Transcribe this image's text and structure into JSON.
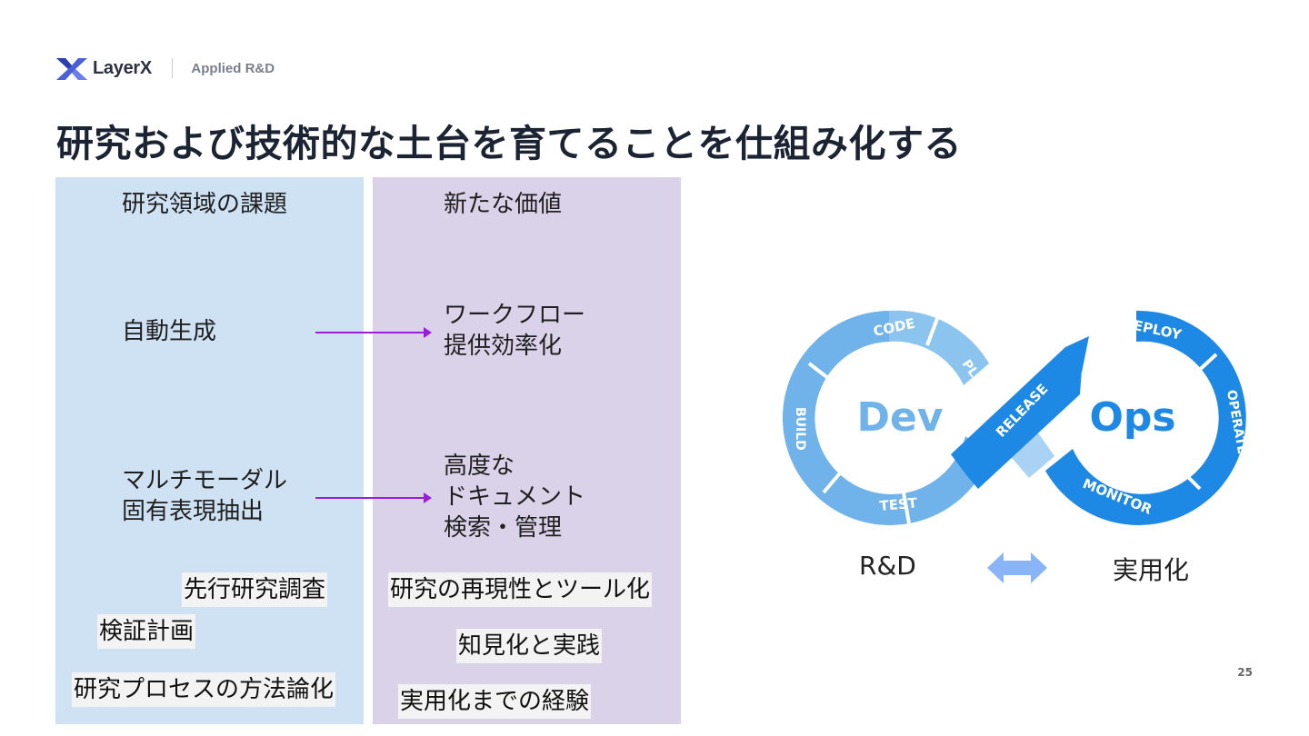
{
  "header": {
    "brand_name": "LayerX",
    "department": "Applied R&D"
  },
  "title": "研究および技術的な土台を育てることを仕組み化する",
  "left_column": {
    "heading": "研究領域の課題",
    "items": [
      {
        "label": "自動生成"
      },
      {
        "label_line1": "マルチモーダル",
        "label_line2": "固有表現抽出"
      }
    ],
    "chips": [
      "先行研究調査",
      "検証計画",
      "研究プロセスの方法論化"
    ]
  },
  "right_column": {
    "heading": "新たな価値",
    "items": [
      {
        "label_line1": "ワークフロー",
        "label_line2": "提供効率化"
      },
      {
        "label_line1": "高度な",
        "label_line2": "ドキュメント",
        "label_line3": "検索・管理"
      }
    ],
    "chips": [
      "研究の再現性とツール化",
      "知見化と実践",
      "実用化までの経験"
    ]
  },
  "devops": {
    "dev_label": "Dev",
    "ops_label": "Ops",
    "stages": {
      "code": "CODE",
      "plan": "PLAN",
      "build": "BUILD",
      "test": "TEST",
      "release": "RELEASE",
      "deploy": "DEPLOY",
      "operate": "OPERATE",
      "monitor": "MONITOR"
    },
    "left_caption": "R&D",
    "right_caption": "実用化"
  },
  "page_number": "25",
  "colors": {
    "left_bg": "#cfe2f3",
    "right_bg": "#d9d2e9",
    "arrow": "#9b1fd6",
    "dev_blue": "#6fb3ea",
    "ops_blue": "#1e88e5"
  }
}
